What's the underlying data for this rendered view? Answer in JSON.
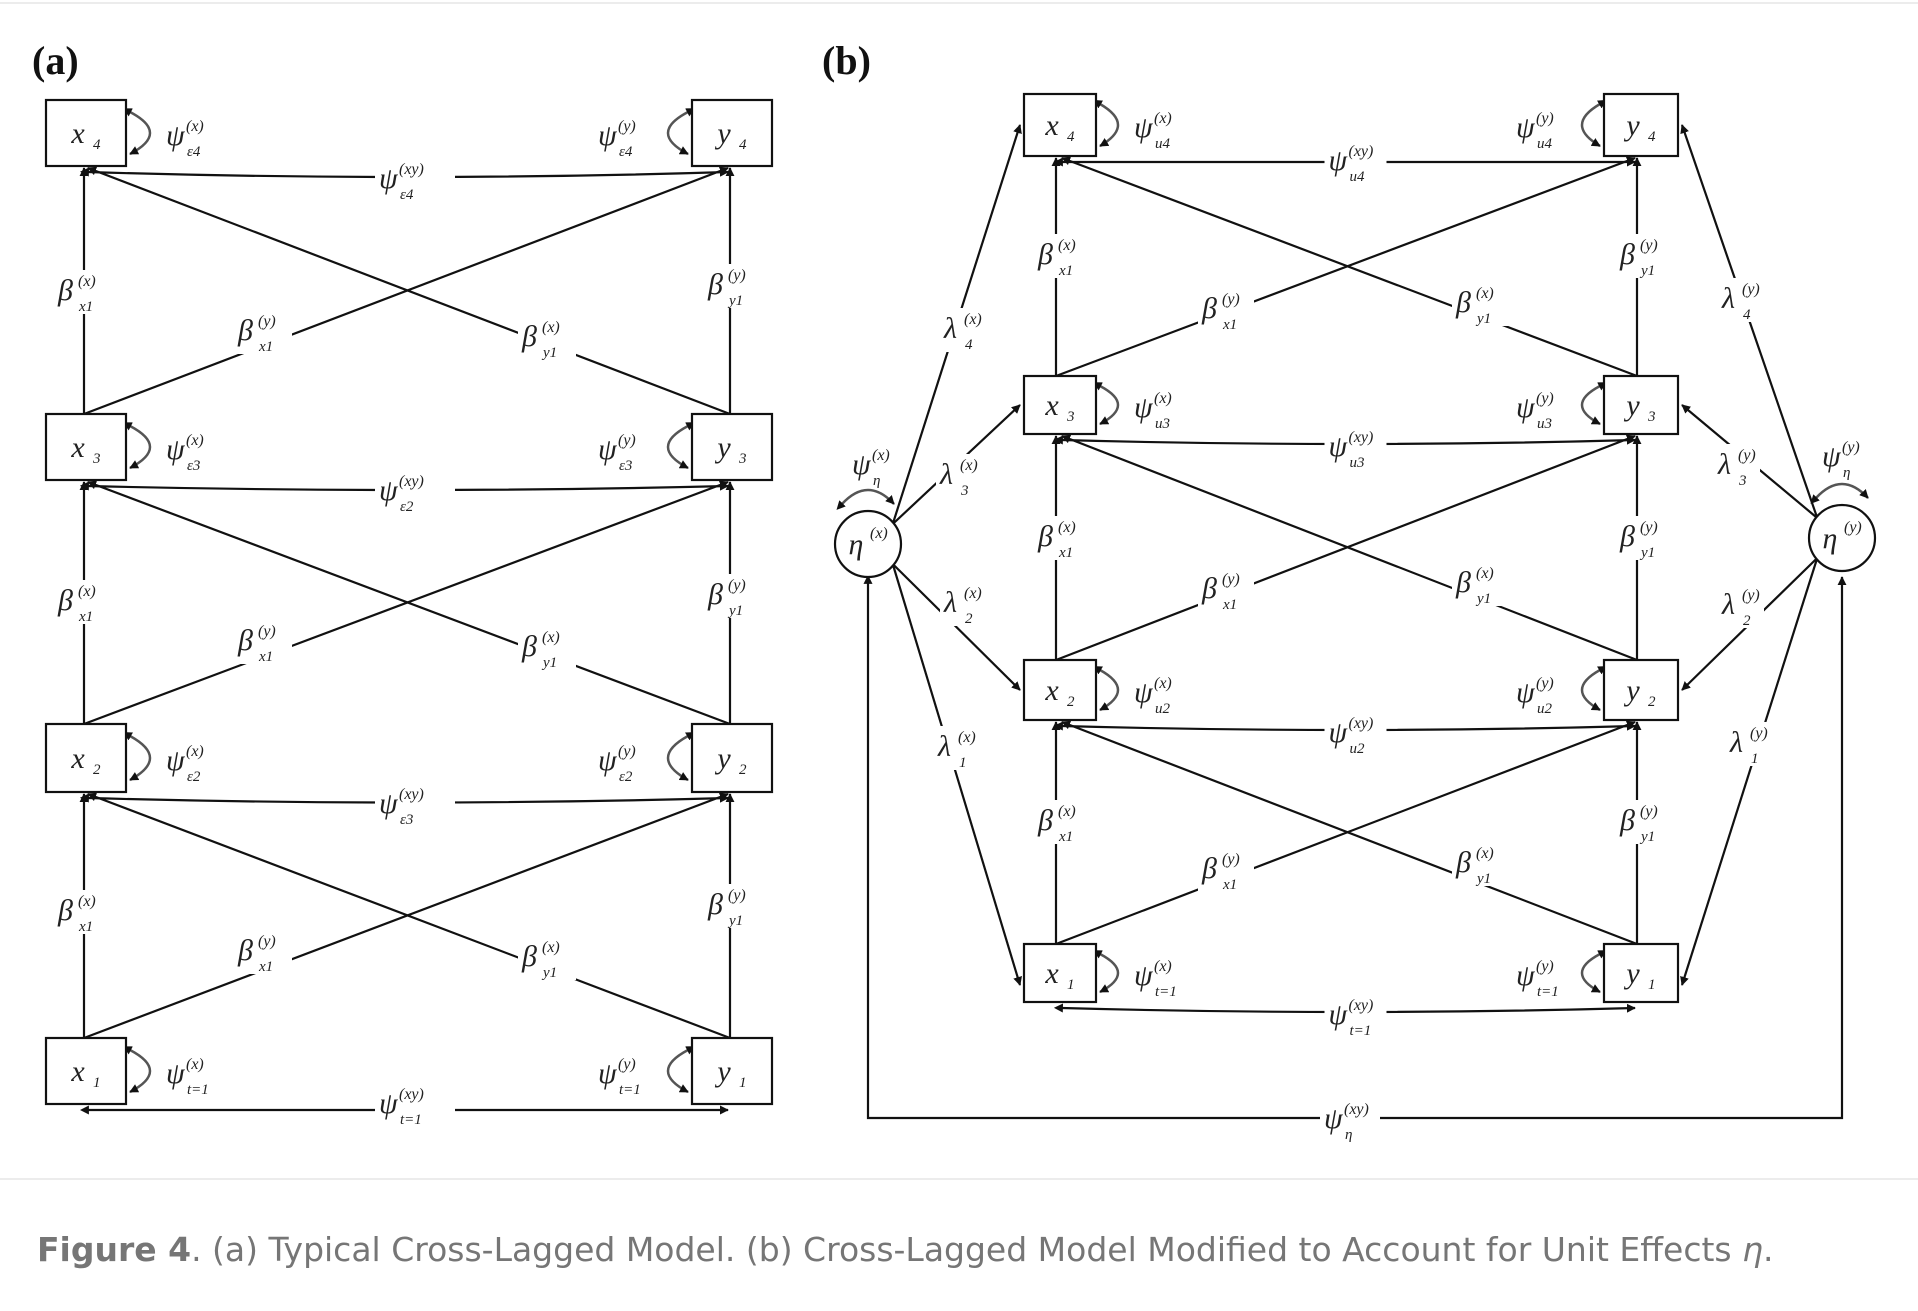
{
  "figure": {
    "panel_a_label": "(a)",
    "panel_b_label": "(b)",
    "symbols": {
      "psi": "ψ",
      "beta": "β",
      "lambda": "λ",
      "eta": "η"
    },
    "panel_a": {
      "x_nodes": [
        {
          "var": "x",
          "sub": "1"
        },
        {
          "var": "x",
          "sub": "2"
        },
        {
          "var": "x",
          "sub": "3"
        },
        {
          "var": "x",
          "sub": "4"
        }
      ],
      "y_nodes": [
        {
          "var": "y",
          "sub": "1"
        },
        {
          "var": "y",
          "sub": "2"
        },
        {
          "var": "y",
          "sub": "3"
        },
        {
          "var": "y",
          "sub": "4"
        }
      ],
      "x_variances": [
        {
          "sup": "(x)",
          "sub": "t=1"
        },
        {
          "sup": "(x)",
          "sub": "ε2"
        },
        {
          "sup": "(x)",
          "sub": "ε3"
        },
        {
          "sup": "(x)",
          "sub": "ε4"
        }
      ],
      "y_variances": [
        {
          "sup": "(y)",
          "sub": "t=1"
        },
        {
          "sup": "(y)",
          "sub": "ε2"
        },
        {
          "sup": "(y)",
          "sub": "ε3"
        },
        {
          "sup": "(y)",
          "sub": "ε4"
        }
      ],
      "covariances": [
        {
          "sup": "(xy)",
          "sub": "t=1"
        },
        {
          "sup": "(xy)",
          "sub": "ε3"
        },
        {
          "sup": "(xy)",
          "sub": "ε2"
        },
        {
          "sup": "(xy)",
          "sub": "ε4"
        }
      ],
      "beta_xx": {
        "sup": "(x)",
        "sub": "x1"
      },
      "beta_yy": {
        "sup": "(y)",
        "sub": "y1"
      },
      "beta_xy": {
        "sup": "(y)",
        "sub": "x1"
      },
      "beta_yx": {
        "sup": "(x)",
        "sub": "y1"
      }
    },
    "panel_b": {
      "x_nodes": [
        {
          "var": "x",
          "sub": "1"
        },
        {
          "var": "x",
          "sub": "2"
        },
        {
          "var": "x",
          "sub": "3"
        },
        {
          "var": "x",
          "sub": "4"
        }
      ],
      "y_nodes": [
        {
          "var": "y",
          "sub": "1"
        },
        {
          "var": "y",
          "sub": "2"
        },
        {
          "var": "y",
          "sub": "3"
        },
        {
          "var": "y",
          "sub": "4"
        }
      ],
      "x_variances": [
        {
          "sup": "(x)",
          "sub": "t=1"
        },
        {
          "sup": "(x)",
          "sub": "u2"
        },
        {
          "sup": "(x)",
          "sub": "u3"
        },
        {
          "sup": "(x)",
          "sub": "u4"
        }
      ],
      "y_variances": [
        {
          "sup": "(y)",
          "sub": "t=1"
        },
        {
          "sup": "(y)",
          "sub": "u2"
        },
        {
          "sup": "(y)",
          "sub": "u3"
        },
        {
          "sup": "(y)",
          "sub": "u4"
        }
      ],
      "covariances": [
        {
          "sup": "(xy)",
          "sub": "t=1"
        },
        {
          "sup": "(xy)",
          "sub": "u2"
        },
        {
          "sup": "(xy)",
          "sub": "u3"
        },
        {
          "sup": "(xy)",
          "sub": "u4"
        }
      ],
      "beta_xx": {
        "sup": "(x)",
        "sub": "x1"
      },
      "beta_yy": {
        "sup": "(y)",
        "sub": "y1"
      },
      "beta_xy": {
        "sup": "(y)",
        "sub": "x1"
      },
      "beta_yx": {
        "sup": "(x)",
        "sub": "y1"
      },
      "eta_x": {
        "sup": "(x)"
      },
      "eta_y": {
        "sup": "(y)"
      },
      "eta_x_variance": {
        "sup": "(x)",
        "sub": "η"
      },
      "eta_y_variance": {
        "sup": "(y)",
        "sub": "η"
      },
      "eta_covariance": {
        "sup": "(xy)",
        "sub": "η"
      },
      "lambda_x": [
        {
          "sup": "(x)",
          "sub": "1"
        },
        {
          "sup": "(x)",
          "sub": "2"
        },
        {
          "sup": "(x)",
          "sub": "3"
        },
        {
          "sup": "(x)",
          "sub": "4"
        }
      ],
      "lambda_y": [
        {
          "sup": "(y)",
          "sub": "1"
        },
        {
          "sup": "(y)",
          "sub": "2"
        },
        {
          "sup": "(y)",
          "sub": "3"
        },
        {
          "sup": "(y)",
          "sub": "4"
        }
      ]
    }
  },
  "caption": {
    "label": "Figure 4",
    "text": ". (a) Typical Cross-Lagged Model. (b) Cross-Lagged Model Modified to Account for Unit Effects ",
    "symbol": "η",
    "end": "."
  }
}
